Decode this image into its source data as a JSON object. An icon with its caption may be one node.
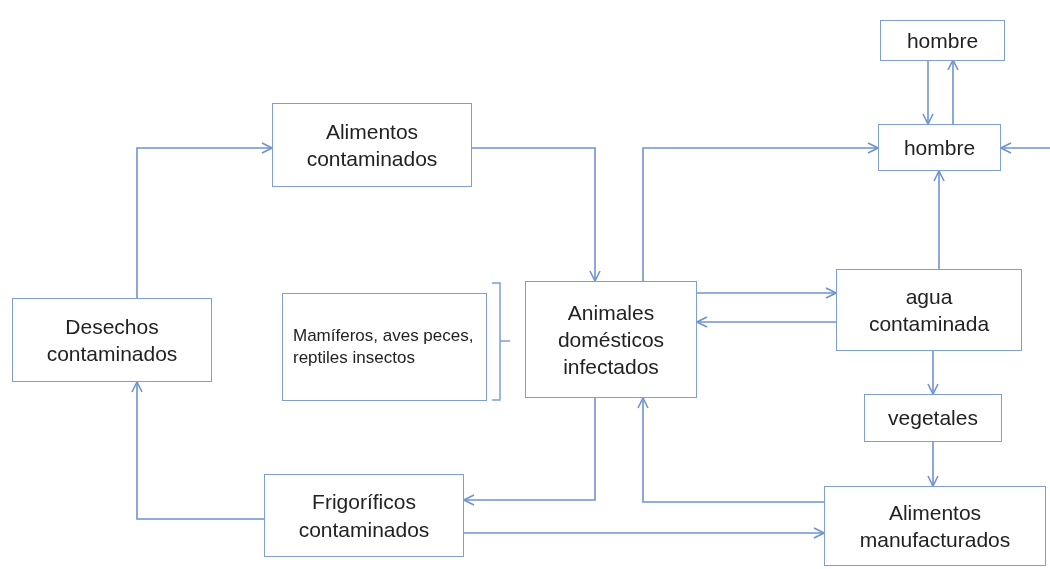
{
  "diagram": {
    "nodes": [
      {
        "text": [
          "hombre"
        ]
      },
      {
        "text": [
          "Alimentos contaminados"
        ]
      },
      {
        "text": [
          "hombre"
        ]
      },
      {
        "text": [
          "Desechos contaminados"
        ]
      },
      {
        "text": [
          "Mamíferos, aves peces, reptiles insectos"
        ]
      },
      {
        "text": [
          "Animales domésticos infectados"
        ]
      },
      {
        "text": [
          "agua contaminada"
        ]
      },
      {
        "text": [
          "vegetales"
        ]
      },
      {
        "text": [
          "Frigoríficos contaminados"
        ]
      },
      {
        "text": [
          "Alimentos manufacturados"
        ]
      }
    ],
    "edges": [
      {
        "from": 0,
        "to": 2,
        "arrow": "to"
      },
      {
        "from": 2,
        "to": 0,
        "arrow": "to"
      },
      {
        "from": 5,
        "to": 2,
        "arrow": "to"
      },
      {
        "from": null,
        "to": 2,
        "arrow": "to"
      },
      {
        "from": 6,
        "to": 2,
        "arrow": "to"
      },
      {
        "from": 3,
        "to": 1,
        "arrow": "to"
      },
      {
        "from": 1,
        "to": 5,
        "arrow": "to"
      },
      {
        "from": 5,
        "to": 6,
        "arrow": "to"
      },
      {
        "from": 6,
        "to": 5,
        "arrow": "to"
      },
      {
        "from": 6,
        "to": 7,
        "arrow": "to"
      },
      {
        "from": 7,
        "to": 9,
        "arrow": "to"
      },
      {
        "from": 5,
        "to": 8,
        "arrow": "to"
      },
      {
        "from": 9,
        "to": 5,
        "arrow": "to"
      },
      {
        "from": 8,
        "to": 9,
        "arrow": "to"
      },
      {
        "from": 8,
        "to": 3,
        "arrow": "to"
      }
    ]
  }
}
